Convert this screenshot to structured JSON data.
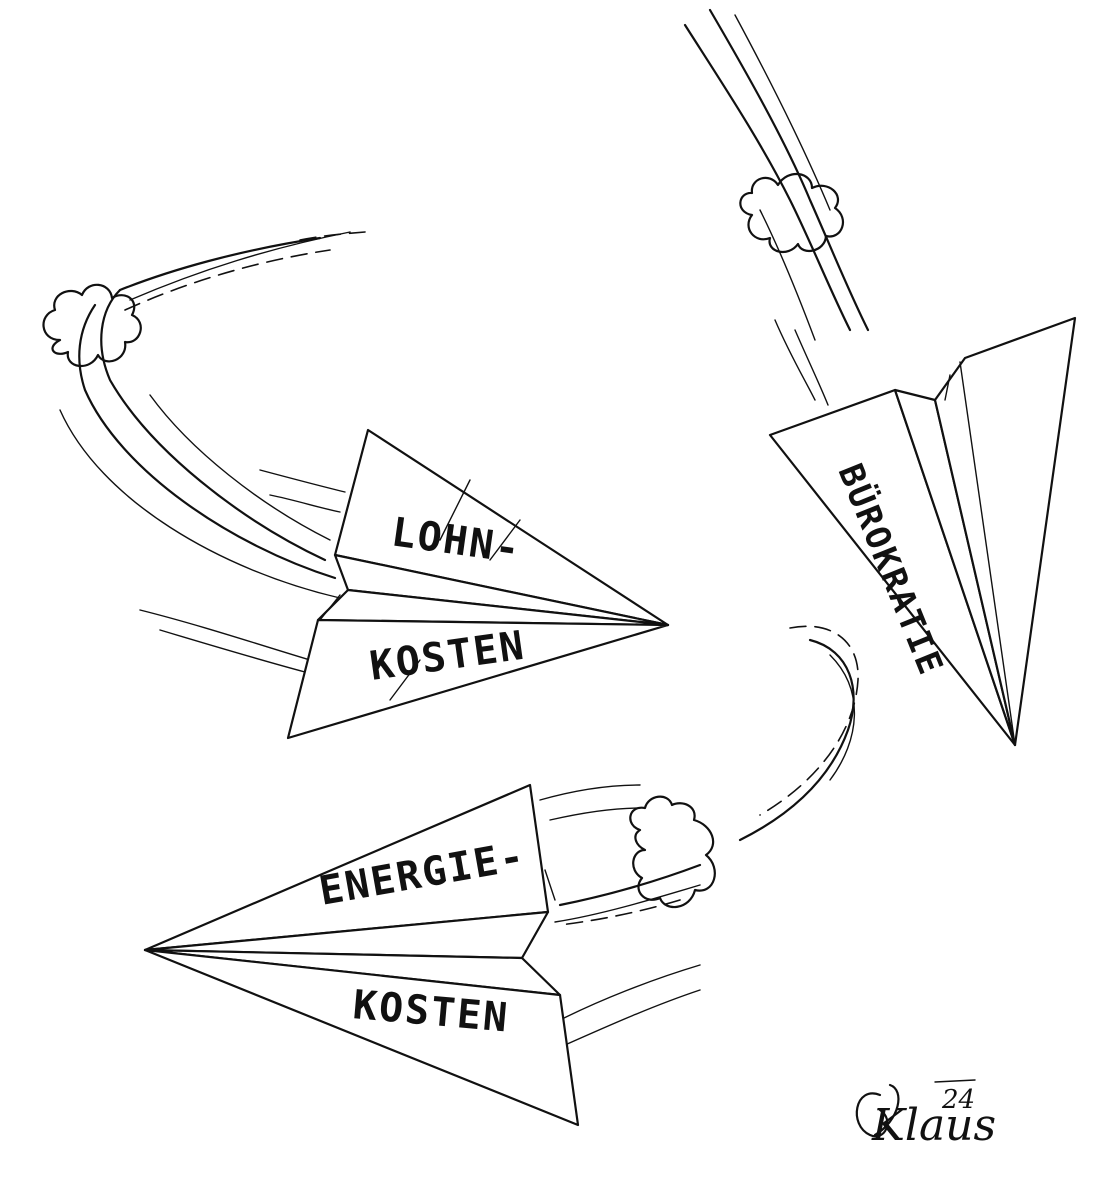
{
  "labels": {
    "plane_lohn_top": "LOHN-",
    "plane_lohn_bottom": "KOSTEN",
    "plane_buerokratie": "BÜROKRATIE",
    "plane_energie_top": "ENERGIE-",
    "plane_energie_bottom": "KOSTEN"
  },
  "signature": {
    "name": "Klaus",
    "year": "24"
  },
  "colors": {
    "ink": "#111111",
    "paper": "#ffffff"
  }
}
